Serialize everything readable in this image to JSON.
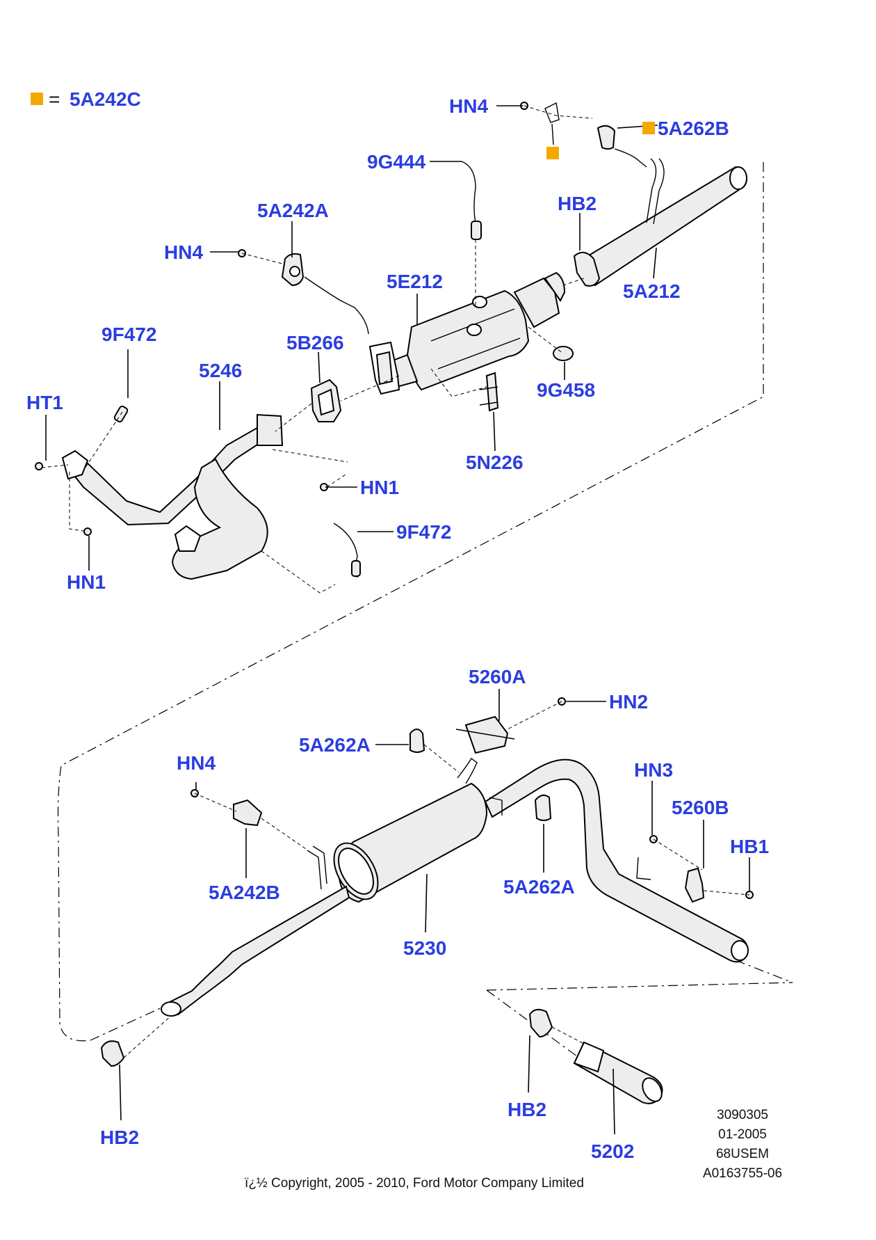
{
  "legend": {
    "symbol_color": "#f5a800",
    "equals": "=",
    "code": "5A242C"
  },
  "accent_color": "#2b3de0",
  "labels": {
    "hn4_top": "HN4",
    "a5a262b": "5A262B",
    "g9g444": "9G444",
    "hb2_top": "HB2",
    "a5a242a": "5A242A",
    "hn4_left": "HN4",
    "e5e212": "5E212",
    "a5a212": "5A212",
    "f9f472_left": "9F472",
    "b5b266": "5B266",
    "p5246": "5246",
    "g9g458": "9G458",
    "ht1": "HT1",
    "n5n226": "5N226",
    "hn1_right": "HN1",
    "f9f472_right": "9F472",
    "hn1_left": "HN1",
    "p5260a": "5260A",
    "hn2": "HN2",
    "a5a262a_top": "5A262A",
    "hn4_lower": "HN4",
    "hn3": "HN3",
    "p5260b": "5260B",
    "hb1": "HB1",
    "a5a242b": "5A242B",
    "a5a262a_bottom": "5A262A",
    "p5230": "5230",
    "hb2_mid": "HB2",
    "hb2_bottom": "HB2",
    "p5202": "5202"
  },
  "info_block": [
    "3090305",
    "01-2005",
    "68USEM",
    "A0163755-06"
  ],
  "copyright": "ï¿½ Copyright, 2005 - 2010, Ford Motor Company Limited"
}
